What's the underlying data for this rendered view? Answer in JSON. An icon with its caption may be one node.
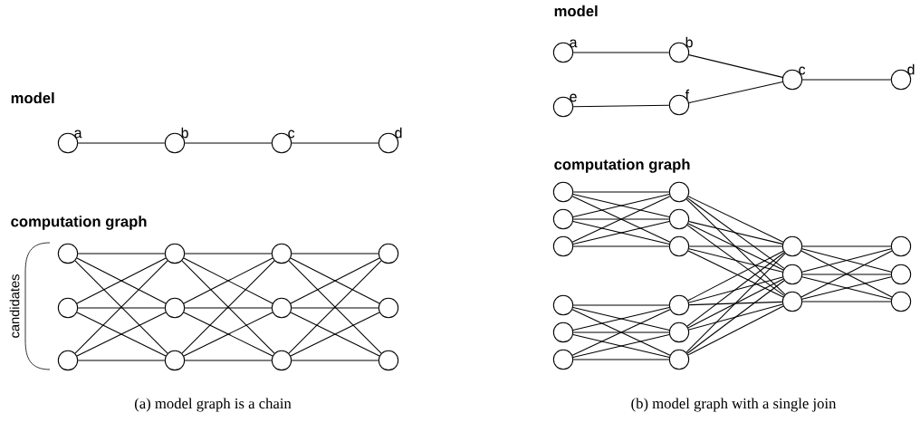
{
  "diagram": {
    "nodes": [
      {
        "text": [],
        "shape": "circle",
        "beside": [
          "a"
        ]
      },
      {
        "text": [],
        "shape": "circle",
        "beside": [
          "b"
        ]
      },
      {
        "text": [],
        "shape": "circle",
        "beside": [
          "c"
        ]
      },
      {
        "text": [],
        "shape": "circle",
        "beside": [
          "d"
        ]
      },
      {
        "text": [],
        "shape": "circle"
      },
      {
        "text": [],
        "shape": "circle"
      },
      {
        "text": [],
        "shape": "circle"
      },
      {
        "text": [],
        "shape": "circle"
      },
      {
        "text": [],
        "shape": "circle"
      },
      {
        "text": [],
        "shape": "circle"
      },
      {
        "text": [],
        "shape": "circle"
      },
      {
        "text": [],
        "shape": "circle"
      },
      {
        "text": [],
        "shape": "circle"
      },
      {
        "text": [],
        "shape": "circle"
      },
      {
        "text": [],
        "shape": "circle"
      },
      {
        "text": [],
        "shape": "circle"
      },
      {
        "text": [],
        "shape": "circle",
        "beside": [
          "a"
        ]
      },
      {
        "text": [],
        "shape": "circle",
        "beside": [
          "b"
        ]
      },
      {
        "text": [],
        "shape": "circle",
        "beside": [
          "c"
        ]
      },
      {
        "text": [],
        "shape": "circle",
        "beside": [
          "d"
        ]
      },
      {
        "text": [],
        "shape": "circle",
        "beside": [
          "e"
        ]
      },
      {
        "text": [],
        "shape": "circle",
        "beside": [
          "f"
        ]
      },
      {
        "text": [],
        "shape": "circle"
      },
      {
        "text": [],
        "shape": "circle"
      },
      {
        "text": [],
        "shape": "circle"
      },
      {
        "text": [],
        "shape": "circle"
      },
      {
        "text": [],
        "shape": "circle"
      },
      {
        "text": [],
        "shape": "circle"
      },
      {
        "text": [],
        "shape": "circle"
      },
      {
        "text": [],
        "shape": "circle"
      },
      {
        "text": [],
        "shape": "circle"
      },
      {
        "text": [],
        "shape": "circle"
      },
      {
        "text": [],
        "shape": "circle"
      },
      {
        "text": [],
        "shape": "circle"
      },
      {
        "text": [],
        "shape": "circle"
      },
      {
        "text": [],
        "shape": "circle"
      },
      {
        "text": [],
        "shape": "circle"
      },
      {
        "text": [],
        "shape": "circle"
      },
      {
        "text": [],
        "shape": "circle"
      },
      {
        "text": [],
        "shape": "circle"
      }
    ],
    "edges": [
      {
        "from": 0,
        "to": 1,
        "arrow": "none"
      },
      {
        "from": 1,
        "to": 2,
        "arrow": "none"
      },
      {
        "from": 2,
        "to": 3,
        "arrow": "none"
      },
      {
        "from": 4,
        "to": 5,
        "arrow": "none"
      },
      {
        "from": 4,
        "to": 9,
        "arrow": "none"
      },
      {
        "from": 4,
        "to": 13,
        "arrow": "none"
      },
      {
        "from": 8,
        "to": 5,
        "arrow": "none"
      },
      {
        "from": 8,
        "to": 9,
        "arrow": "none"
      },
      {
        "from": 8,
        "to": 13,
        "arrow": "none"
      },
      {
        "from": 12,
        "to": 5,
        "arrow": "none"
      },
      {
        "from": 12,
        "to": 9,
        "arrow": "none"
      },
      {
        "from": 12,
        "to": 13,
        "arrow": "none"
      },
      {
        "from": 5,
        "to": 6,
        "arrow": "none"
      },
      {
        "from": 5,
        "to": 10,
        "arrow": "none"
      },
      {
        "from": 5,
        "to": 14,
        "arrow": "none"
      },
      {
        "from": 9,
        "to": 6,
        "arrow": "none"
      },
      {
        "from": 9,
        "to": 10,
        "arrow": "none"
      },
      {
        "from": 9,
        "to": 14,
        "arrow": "none"
      },
      {
        "from": 13,
        "to": 6,
        "arrow": "none"
      },
      {
        "from": 13,
        "to": 10,
        "arrow": "none"
      },
      {
        "from": 13,
        "to": 14,
        "arrow": "none"
      },
      {
        "from": 6,
        "to": 7,
        "arrow": "none"
      },
      {
        "from": 6,
        "to": 11,
        "arrow": "none"
      },
      {
        "from": 6,
        "to": 15,
        "arrow": "none"
      },
      {
        "from": 10,
        "to": 7,
        "arrow": "none"
      },
      {
        "from": 10,
        "to": 11,
        "arrow": "none"
      },
      {
        "from": 10,
        "to": 15,
        "arrow": "none"
      },
      {
        "from": 14,
        "to": 7,
        "arrow": "none"
      },
      {
        "from": 14,
        "to": 11,
        "arrow": "none"
      },
      {
        "from": 14,
        "to": 15,
        "arrow": "none"
      },
      {
        "from": 16,
        "to": 17,
        "arrow": "none"
      },
      {
        "from": 20,
        "to": 21,
        "arrow": "none"
      },
      {
        "from": 17,
        "to": 18,
        "arrow": "none"
      },
      {
        "from": 21,
        "to": 18,
        "arrow": "none"
      },
      {
        "from": 18,
        "to": 19,
        "arrow": "none"
      },
      {
        "from": 22,
        "to": 23,
        "arrow": "none"
      },
      {
        "from": 22,
        "to": 25,
        "arrow": "none"
      },
      {
        "from": 22,
        "to": 27,
        "arrow": "none"
      },
      {
        "from": 24,
        "to": 23,
        "arrow": "none"
      },
      {
        "from": 24,
        "to": 25,
        "arrow": "none"
      },
      {
        "from": 24,
        "to": 27,
        "arrow": "none"
      },
      {
        "from": 26,
        "to": 23,
        "arrow": "none"
      },
      {
        "from": 26,
        "to": 25,
        "arrow": "none"
      },
      {
        "from": 26,
        "to": 27,
        "arrow": "none"
      },
      {
        "from": 32,
        "to": 33,
        "arrow": "none"
      },
      {
        "from": 32,
        "to": 37,
        "arrow": "none"
      },
      {
        "from": 32,
        "to": 39,
        "arrow": "none"
      },
      {
        "from": 36,
        "to": 33,
        "arrow": "none"
      },
      {
        "from": 36,
        "to": 37,
        "arrow": "none"
      },
      {
        "from": 36,
        "to": 39,
        "arrow": "none"
      },
      {
        "from": 38,
        "to": 33,
        "arrow": "none"
      },
      {
        "from": 38,
        "to": 37,
        "arrow": "none"
      },
      {
        "from": 38,
        "to": 39,
        "arrow": "none"
      },
      {
        "from": 23,
        "to": 28,
        "arrow": "none"
      },
      {
        "from": 23,
        "to": 30,
        "arrow": "none"
      },
      {
        "from": 23,
        "to": 34,
        "arrow": "none"
      },
      {
        "from": 25,
        "to": 28,
        "arrow": "none"
      },
      {
        "from": 25,
        "to": 30,
        "arrow": "none"
      },
      {
        "from": 25,
        "to": 34,
        "arrow": "none"
      },
      {
        "from": 27,
        "to": 28,
        "arrow": "none"
      },
      {
        "from": 27,
        "to": 30,
        "arrow": "none"
      },
      {
        "from": 27,
        "to": 34,
        "arrow": "none"
      },
      {
        "from": 33,
        "to": 28,
        "arrow": "none"
      },
      {
        "from": 33,
        "to": 30,
        "arrow": "none"
      },
      {
        "from": 33,
        "to": 34,
        "arrow": "none"
      },
      {
        "from": 37,
        "to": 28,
        "arrow": "none"
      },
      {
        "from": 37,
        "to": 30,
        "arrow": "none"
      },
      {
        "from": 37,
        "to": 34,
        "arrow": "none"
      },
      {
        "from": 39,
        "to": 28,
        "arrow": "none"
      },
      {
        "from": 39,
        "to": 30,
        "arrow": "none"
      },
      {
        "from": 39,
        "to": 34,
        "arrow": "none"
      },
      {
        "from": 28,
        "to": 29,
        "arrow": "none"
      },
      {
        "from": 28,
        "to": 31,
        "arrow": "none"
      },
      {
        "from": 28,
        "to": 35,
        "arrow": "none"
      },
      {
        "from": 30,
        "to": 29,
        "arrow": "none"
      },
      {
        "from": 30,
        "to": 31,
        "arrow": "none"
      },
      {
        "from": 30,
        "to": 35,
        "arrow": "none"
      },
      {
        "from": 34,
        "to": 29,
        "arrow": "none"
      },
      {
        "from": 34,
        "to": 31,
        "arrow": "none"
      },
      {
        "from": 34,
        "to": 35,
        "arrow": "none"
      }
    ],
    "labels": [
      "model",
      "computation graph",
      "candidates",
      "(a) model graph is a chain",
      "model",
      "computation graph",
      "(b) model graph with a single join"
    ]
  }
}
